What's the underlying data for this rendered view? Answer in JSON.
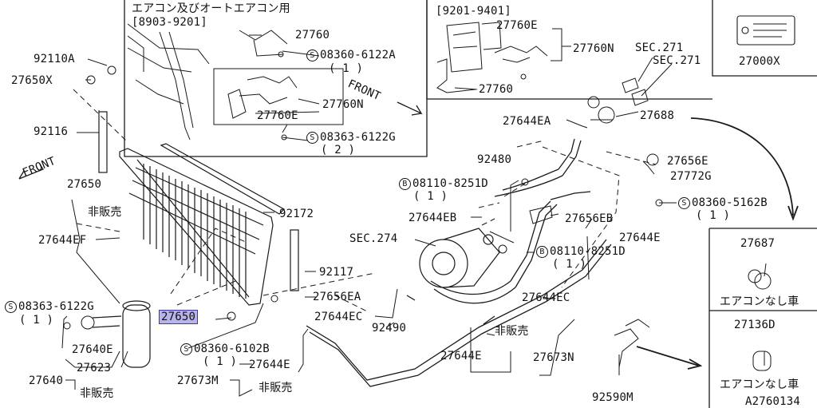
{
  "diagram": {
    "doc_code": "A2760134",
    "insets": {
      "top_left_note": "エアコン及びオートエアコン用",
      "top_left_date": "[8903-9201]",
      "top_mid_date": "[9201-9401]",
      "front_mid": "FRONT",
      "front_left": "FRONT",
      "ac_none_a": "エアコンなし車",
      "ac_none_b": "エアコンなし車"
    },
    "labels": {
      "p27760_a": "27760",
      "s08360_6122a": "08360-6122A",
      "qty_1_a": "( 1 )",
      "p27760n_a": "27760N",
      "p27760e_a": "27760E",
      "s08363_6122g_top": "08363-6122G",
      "qty_2_a": "( 2 )",
      "p27760e_b": "27760E",
      "p27760n_b": "27760N",
      "p27760_b": "27760",
      "sec271_a": "SEC.271",
      "sec271_b": "SEC.271",
      "p27000x": "27000X",
      "p92110a": "92110A",
      "p27650x": "27650X",
      "p92116": "92116",
      "p27650_a": "27650",
      "hanbai_a": "非販売",
      "p27644ef": "27644EF",
      "s08363_6122g_left": "08363-6122G",
      "qty_1_b": "( 1 )",
      "p27640e": "27640E",
      "p27623": "27623",
      "p27640": "27640",
      "hanbai_b": "非販売",
      "p27650_hl": "27650",
      "s08360_6102b": "08360-6102B",
      "qty_1_c": "( 1 )",
      "p27644e_low": "27644E",
      "p27673m": "27673M",
      "hanbai_c": "非販売",
      "p92172": "92172",
      "p92117": "92117",
      "p27656ea": "27656EA",
      "p27644ec_a": "27644EC",
      "p92490": "92490",
      "p27644ea": "27644EA",
      "p27688": "27688",
      "p92480": "92480",
      "b08110_8251d_a": "08110-8251D",
      "qty_1_d": "( 1 )",
      "p27644eb": "27644EB",
      "sec274": "SEC.274",
      "p27656eb": "27656EB",
      "b08110_8251d_b": "08110-8251D",
      "qty_1_e": "( 1 )",
      "p27644e_mid": "27644E",
      "p27644ec_b": "27644EC",
      "hanbai_d": "非販売",
      "p27644e_b": "27644E",
      "p27673n": "27673N",
      "p92590m": "92590M",
      "p27656e": "27656E",
      "p27772g": "27772G",
      "s08360_5162b": "08360-5162B",
      "qty_1_f": "( 1 )",
      "p27687": "27687",
      "p27136d": "27136D",
      "s_mark": "S",
      "b_mark": "B"
    }
  }
}
